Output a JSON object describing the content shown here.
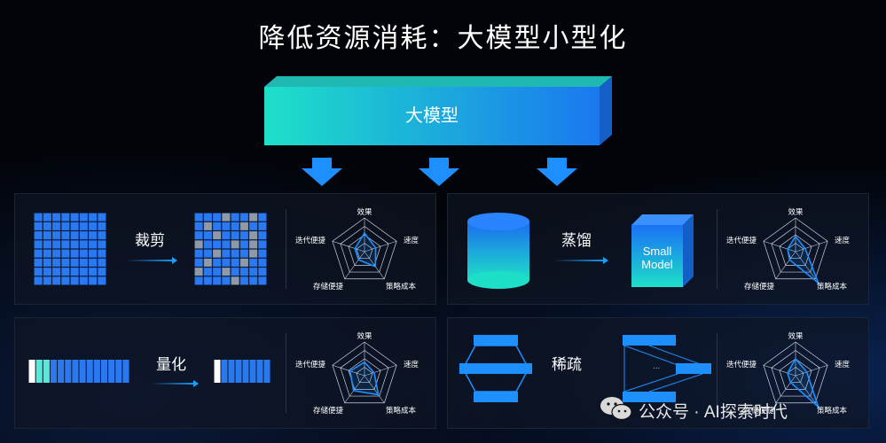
{
  "title": "降低资源消耗：大模型小型化",
  "big_model_label": "大模型",
  "panels": {
    "prune": {
      "method": "裁剪"
    },
    "distill": {
      "method": "蒸馏",
      "small_model_label": "Small\nModel"
    },
    "quant": {
      "method": "量化"
    },
    "sparse": {
      "method": "稀疏",
      "dots": "..."
    }
  },
  "radar_labels": {
    "top": "效果",
    "right": "速度",
    "bottom_right": "策略成本",
    "bottom_left": "存储便捷",
    "left": "迭代便捷"
  },
  "watermark": {
    "text": "公众号 · AI探索时代",
    "icon": "wechat-icon"
  },
  "colors": {
    "accent": "#1e8fff",
    "cyan": "#1ee0c8",
    "grid_blue": "#2a79f0",
    "grid_gray": "#8f9aa8"
  }
}
